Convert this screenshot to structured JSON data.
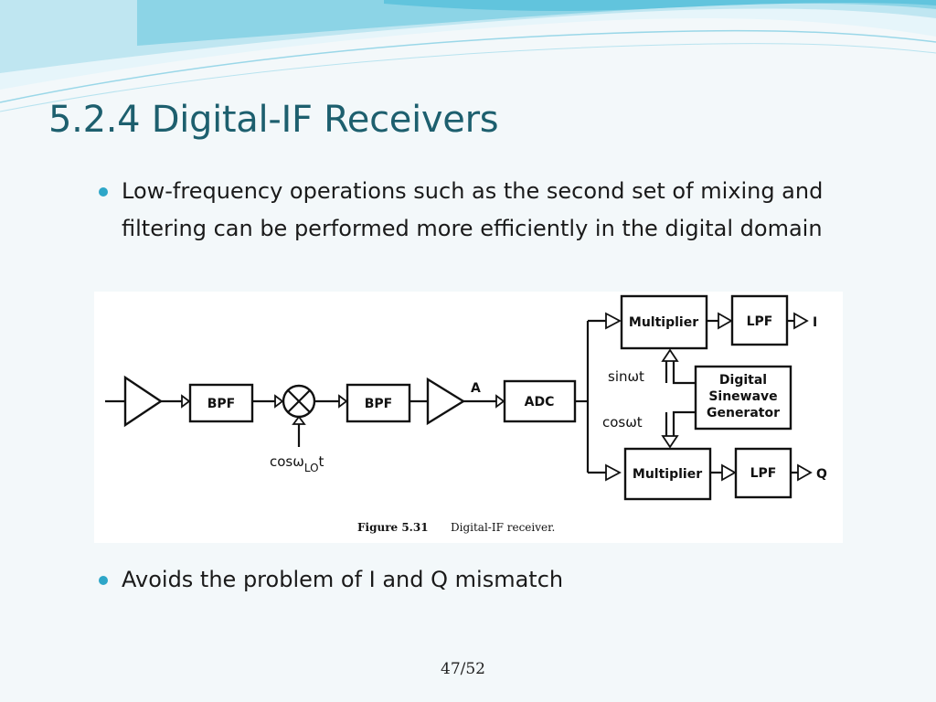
{
  "slide": {
    "title": "5.2.4 Digital-IF Receivers",
    "bullets": [
      "Low-frequency operations such as the second set of mixing and filtering can be performed more efficiently in the digital domain",
      "Avoids the problem of I and Q mismatch"
    ],
    "page_number": "47/52"
  },
  "figure": {
    "blocks": {
      "bpf1": "BPF",
      "bpf2": "BPF",
      "adc": "ADC",
      "mult_top": "Multiplier",
      "mult_bottom": "Multiplier",
      "lpf_top": "LPF",
      "lpf_bottom": "LPF",
      "dsg_line1": "Digital",
      "dsg_line2": "Sinewave",
      "dsg_line3": "Generator"
    },
    "signals": {
      "node_a": "A",
      "sin": "sinωt",
      "cos": "cosωt",
      "lo_main": "cosω",
      "lo_sub": "LO",
      "lo_tail": "t",
      "out_i": "I",
      "out_q": "Q"
    },
    "caption": {
      "label": "Figure 5.31",
      "text": "Digital-IF receiver."
    }
  },
  "colors": {
    "title": "#1d5f6e",
    "bullet": "#2da6c8",
    "wave_light": "#bfe6f1",
    "wave_dark": "#5cc2dc"
  }
}
